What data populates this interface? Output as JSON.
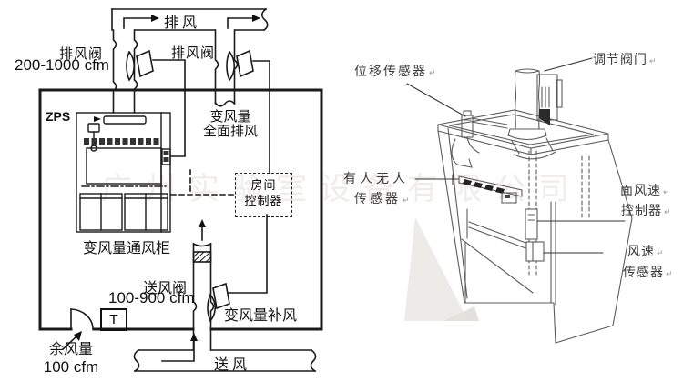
{
  "colors": {
    "line_dark": "#1a1a1a",
    "line_gray": "#5a5a5a",
    "text_dark": "#111111",
    "text_gray": "#3a3a3a",
    "dark_fill": "#2a2a2a",
    "watermark": "#cfc8c5"
  },
  "watermark": {
    "text": "广州实验室设备有限公司"
  },
  "left_diagram": {
    "exhaust_air": "排风",
    "exhaust_valve_fume_hood": {
      "name": "排风阀",
      "range": "200-1000 cfm"
    },
    "exhaust_valve_general": {
      "name": "排风阀"
    },
    "general_exhaust": {
      "line1": "变风量",
      "line2": "全面排风"
    },
    "zps": "ZPS",
    "fume_hood_label": "变风量通风柜",
    "room_controller": {
      "line1": "房间",
      "line2": "控制器"
    },
    "supply_valve": {
      "name": "送风阀",
      "range": "100-900 cfm"
    },
    "makeup_air": "变风量补风",
    "thermostat": "T",
    "residual": {
      "line1": "余风量",
      "line2": "100 cfm"
    },
    "supply_air": "送风"
  },
  "right_diagram": {
    "displacement_sensor": "位移传感器",
    "regulating_valve": "调节阀门",
    "occupancy_sensor": {
      "line1": "有人无人",
      "line2": "传感器"
    },
    "face_velocity_controller": {
      "line1": "面风速",
      "line2": "控制器"
    },
    "air_velocity_sensor": {
      "line1": "风速",
      "line2": "传感器"
    },
    "enter_mark": "↵"
  }
}
